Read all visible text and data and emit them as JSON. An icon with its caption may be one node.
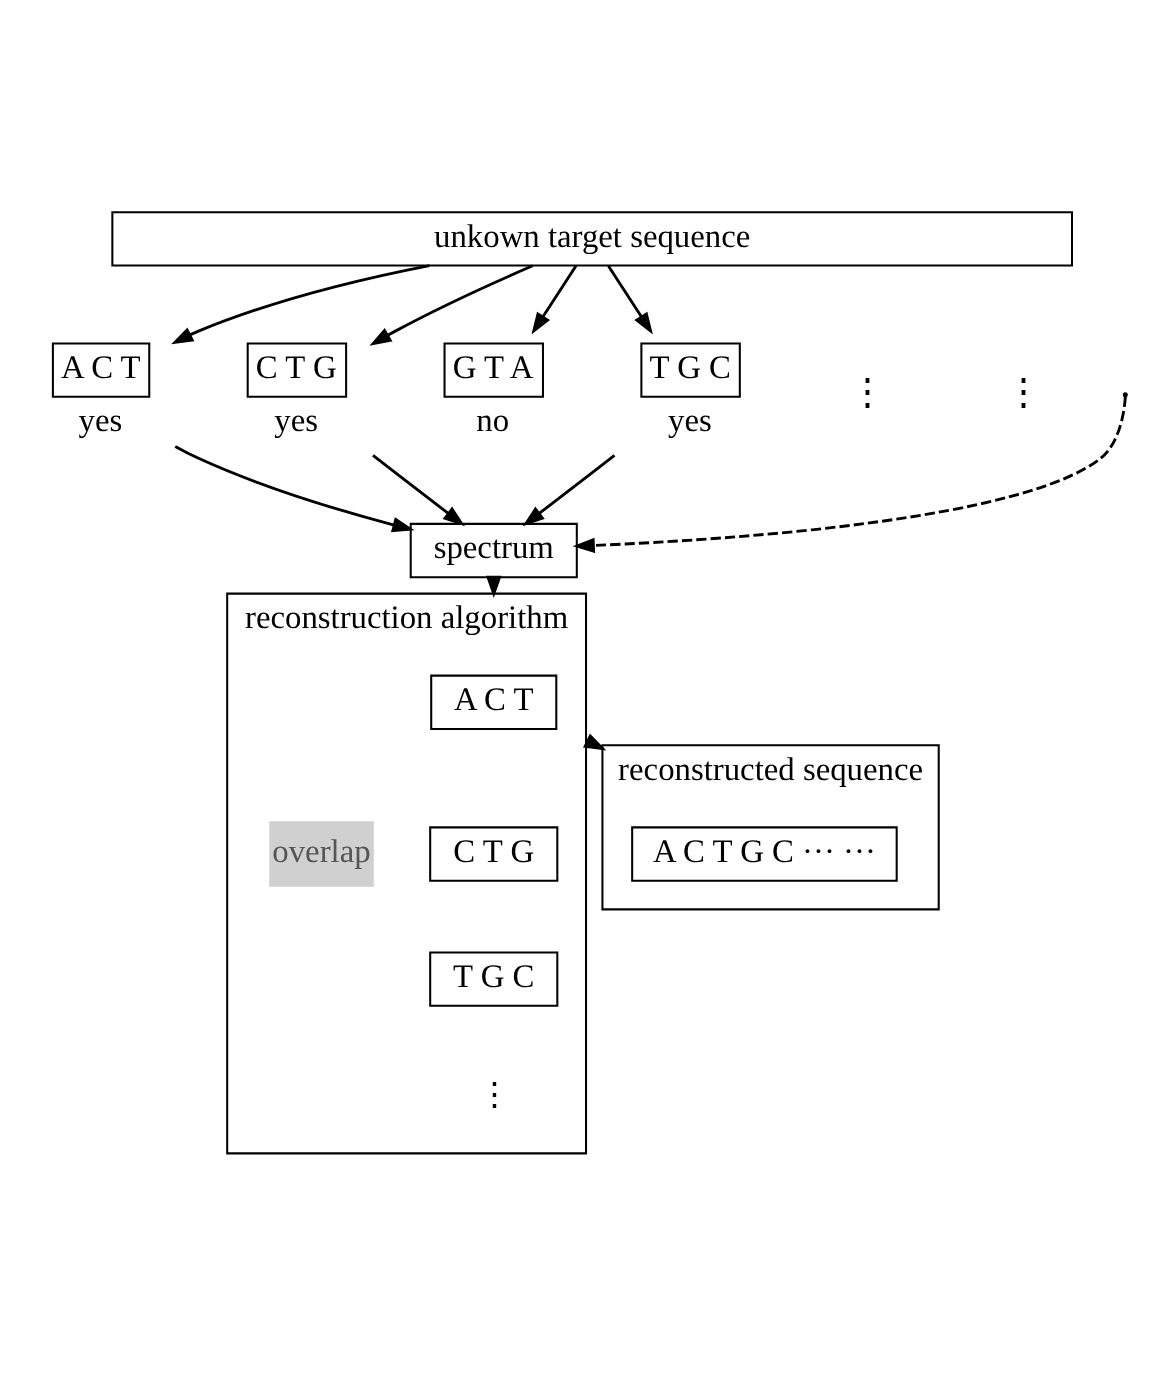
{
  "diagram": {
    "nodes": [
      {
        "text": [
          "unkown target sequence"
        ]
      },
      {
        "text": [
          "A C T"
        ],
        "beside": [
          "yes"
        ]
      },
      {
        "text": [
          "C T G"
        ],
        "beside": [
          "yes"
        ]
      },
      {
        "text": [
          "G T A"
        ],
        "beside": [
          "no"
        ]
      },
      {
        "text": [
          "T G C"
        ],
        "beside": [
          "yes"
        ]
      },
      {
        "text": [
          "spectrum"
        ]
      },
      {
        "text": [
          "reconstruction algorithm"
        ]
      },
      {
        "text": [
          "A C T"
        ],
        "in": 6
      },
      {
        "text": [
          "C T G"
        ],
        "in": 6
      },
      {
        "text": [
          "T G C"
        ],
        "in": 6
      },
      {
        "text": [
          "reconstructed sequence"
        ]
      },
      {
        "text": [
          "A C T G C ··· ···"
        ],
        "in": 10
      }
    ],
    "edges": [
      {
        "from": 0,
        "to": 1,
        "arrow": "to"
      },
      {
        "from": 0,
        "to": 2,
        "arrow": "to"
      },
      {
        "from": 0,
        "to": 3,
        "arrow": "to"
      },
      {
        "from": 0,
        "to": 4,
        "arrow": "to"
      },
      {
        "from": 1,
        "to": 5,
        "arrow": "to"
      },
      {
        "from": 2,
        "to": 5,
        "arrow": "to"
      },
      {
        "from": 4,
        "to": 5,
        "arrow": "to"
      },
      {
        "from": null,
        "to": 5,
        "arrow": "to",
        "style": "dashed"
      },
      {
        "from": 5,
        "to": 6,
        "arrow": "to"
      },
      {
        "from": 6,
        "to": 10,
        "arrow": "to"
      }
    ],
    "labels": [
      "⋮",
      "⋮",
      "overlap",
      "⋮"
    ]
  }
}
